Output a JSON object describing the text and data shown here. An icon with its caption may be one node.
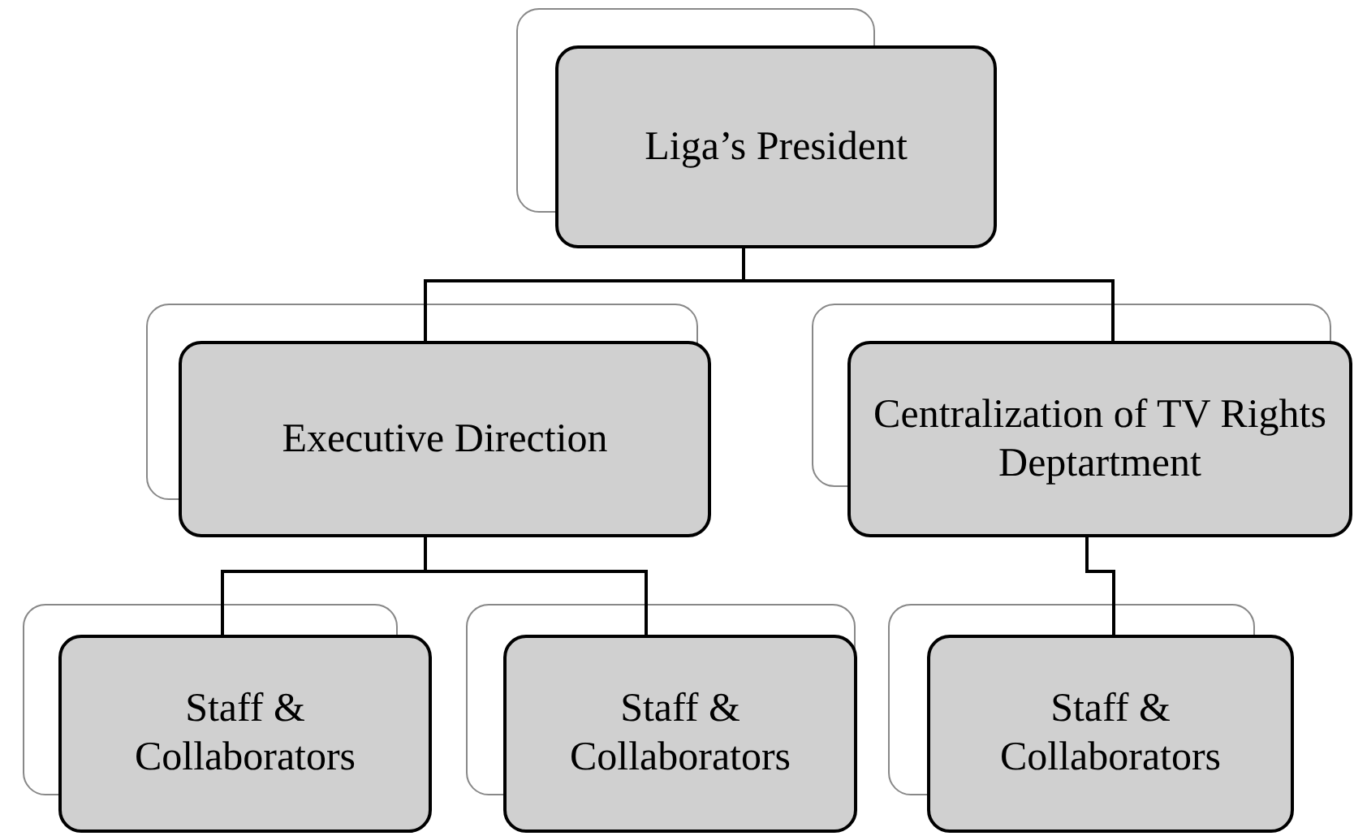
{
  "diagram": {
    "nodes": [
      {
        "text": [
          "Liga’s President"
        ]
      },
      {
        "text": [
          "Executive Direction"
        ]
      },
      {
        "text": [
          "Centralization of TV Rights Deptartment"
        ]
      },
      {
        "text": [
          "Staff & Collaborators"
        ]
      },
      {
        "text": [
          "Staff & Collaborators"
        ]
      },
      {
        "text": [
          "Staff & Collaborators"
        ]
      }
    ],
    "edges": [
      {
        "from": 0,
        "to": 1,
        "arrow": "none"
      },
      {
        "from": 0,
        "to": 2,
        "arrow": "none"
      },
      {
        "from": 1,
        "to": 3,
        "arrow": "none"
      },
      {
        "from": 1,
        "to": 4,
        "arrow": "none"
      },
      {
        "from": 2,
        "to": 5,
        "arrow": "none"
      }
    ]
  }
}
